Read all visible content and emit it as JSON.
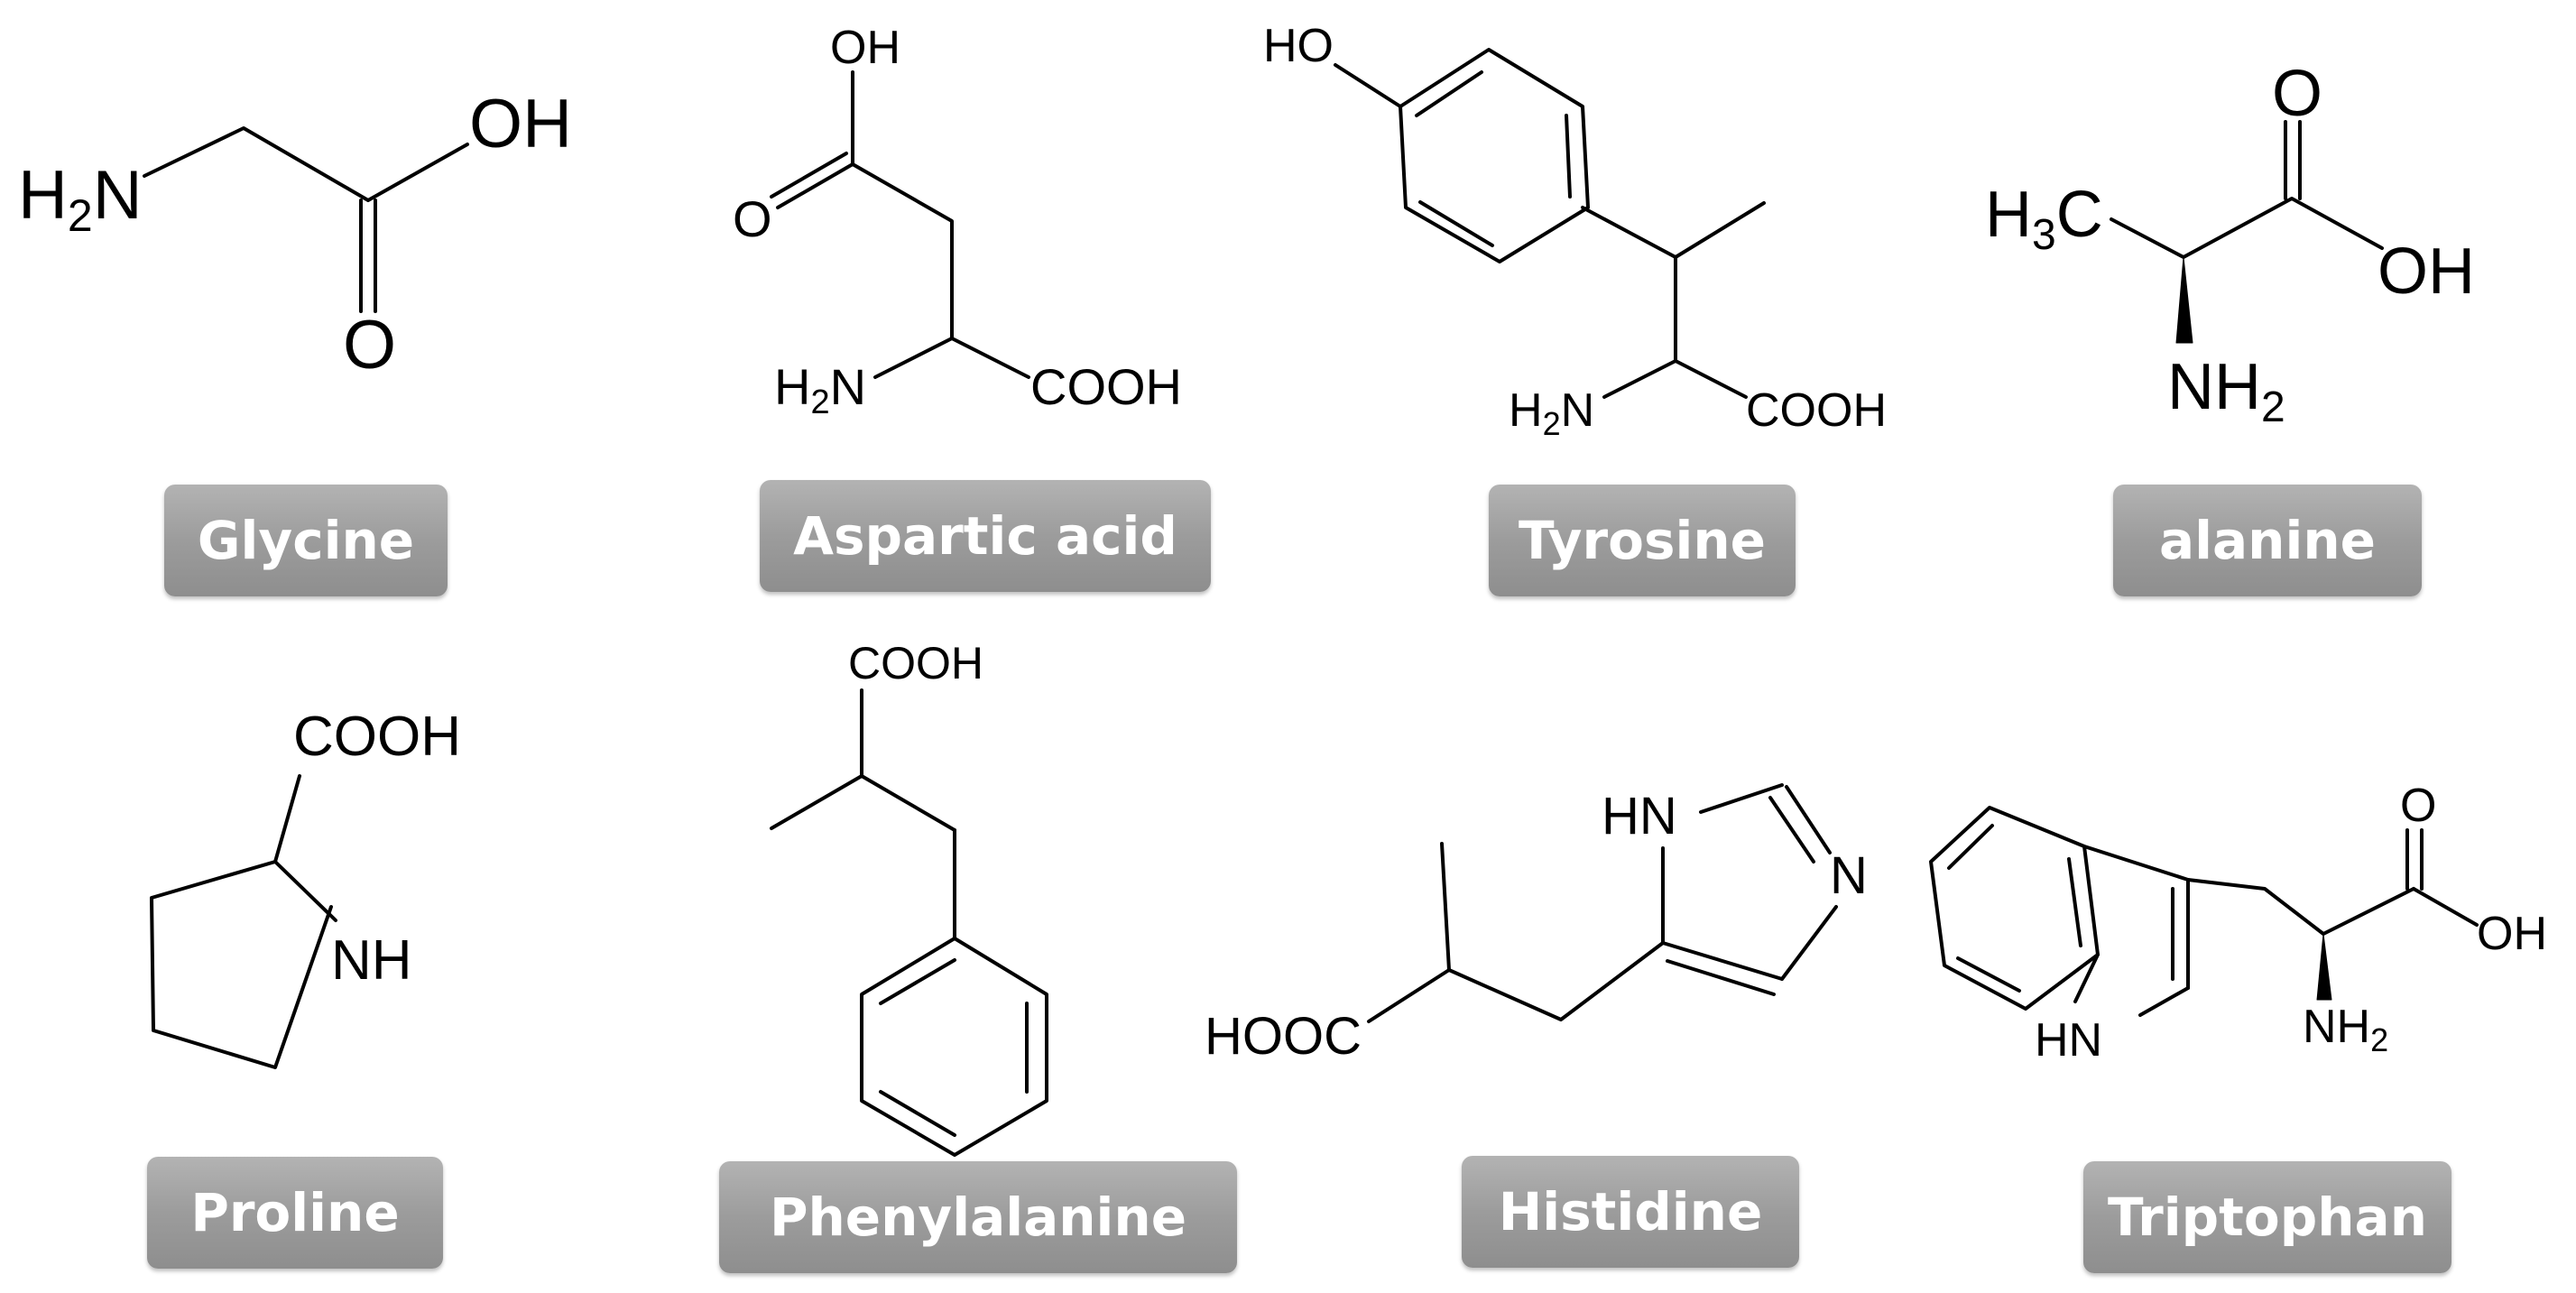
{
  "labels": [
    "Glycine",
    "Aspartic acid",
    "Tyrosine",
    "alanine",
    "Proline",
    "Phenylalanine",
    "Histidine",
    "Triptophan"
  ],
  "atoms": {
    "glycine": {
      "nh2_main": "H",
      "nh2_sub": "2",
      "nh2_tail": "N",
      "oh": "OH",
      "o": "O"
    },
    "aspartic": {
      "oh": "OH",
      "o": "O",
      "nh2_main": "H",
      "nh2_sub": "2",
      "nh2_tail": "N",
      "cooh": "COOH"
    },
    "tyrosine": {
      "ho": "HO",
      "nh2_main": "H",
      "nh2_sub": "2",
      "nh2_tail": "N",
      "cooh": "COOH"
    },
    "alanine": {
      "ch3_main": "H",
      "ch3_sub": "3",
      "ch3_tail": "C",
      "o": "O",
      "oh": "OH",
      "nh2_main": "NH",
      "nh2_sub": "2"
    },
    "proline": {
      "cooh": "COOH",
      "nh": "NH"
    },
    "phenylalanine": {
      "cooh": "COOH"
    },
    "histidine": {
      "hn": "HN",
      "n": "N",
      "hooc": "HOOC"
    },
    "tryptophan": {
      "o": "O",
      "oh": "OH",
      "hn": "HN",
      "nh2_main": "NH",
      "nh2_sub": "2"
    }
  }
}
